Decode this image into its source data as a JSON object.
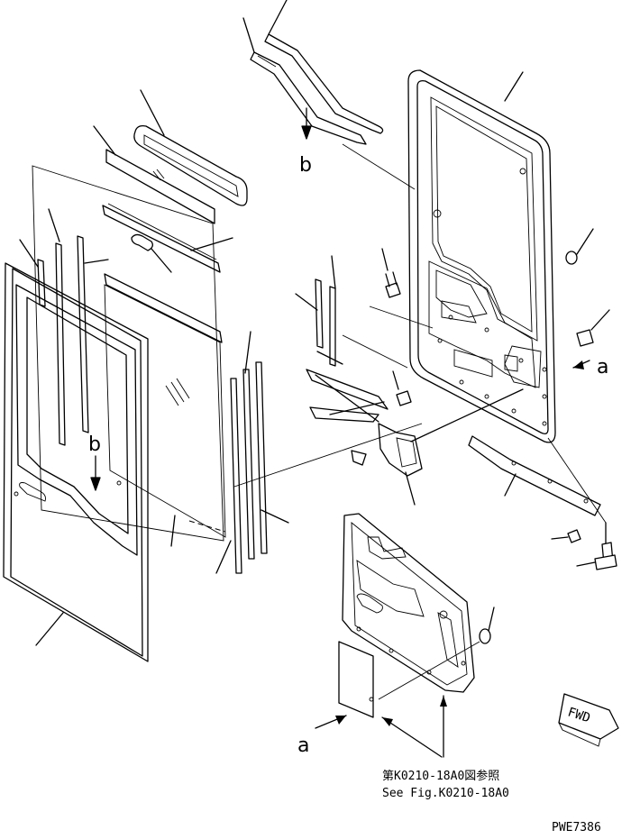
{
  "callouts": {
    "a_left": "a",
    "a_right": "a",
    "b_top": "b",
    "b_left": "b"
  },
  "reference": {
    "line1": "第K0210-18A0図参照",
    "line2": "See Fig.K0210-18A0"
  },
  "fwd_badge": "FWD",
  "drawing_code": "PWE7386"
}
